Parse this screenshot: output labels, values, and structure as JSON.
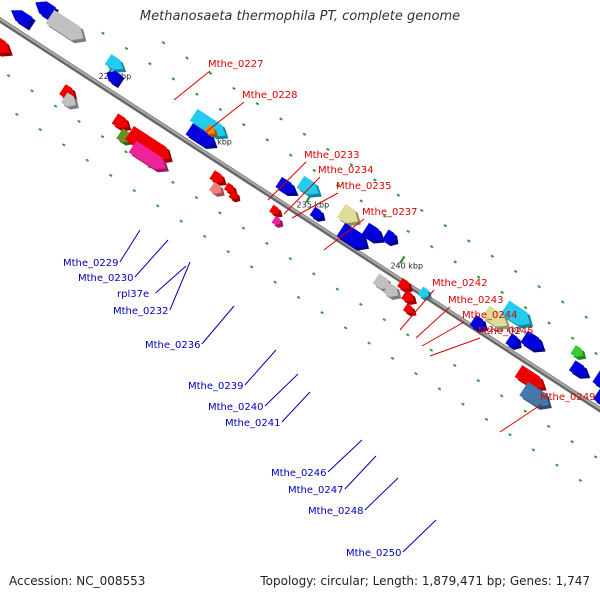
{
  "title": "Methanosaeta thermophila PT, complete genome",
  "footer": {
    "accession": "Accession: NC_008553",
    "topology": "Topology: circular; Length: 1,879,471 bp; Genes: 1,747"
  },
  "scale_labels": [
    "225 kbp",
    "230 kbp",
    "235 kbp",
    "240 kbp",
    "245 kbp"
  ],
  "labels_forward": [
    "Mthe_0227",
    "Mthe_0228",
    "Mthe_0233",
    "Mthe_0234",
    "Mthe_0235",
    "Mthe_0237",
    "Mthe_0242",
    "Mthe_0243",
    "Mthe_0244",
    "Mthe_0245",
    "Mthe_0249"
  ],
  "labels_reverse": [
    "Mthe_0229",
    "Mthe_0230",
    "rpl37e",
    "Mthe_0232",
    "Mthe_0236",
    "Mthe_0239",
    "Mthe_0240",
    "Mthe_0241",
    "Mthe_0246",
    "Mthe_0247",
    "Mthe_0248",
    "Mthe_0250"
  ],
  "colors": {
    "forward_label": "#dd0000",
    "reverse_label": "#0000bb",
    "backbone": "#888888",
    "dots": "#339933",
    "red": "#ee0000",
    "blue": "#0000dd",
    "cyan": "#22ccee",
    "gray": "#c0c0c0",
    "olive": "#6b8e23",
    "pink": "#ee2299",
    "salmon": "#f08080",
    "khaki": "#dddd99",
    "steel": "#4477aa",
    "green": "#33cc33",
    "orange": "#ff8800"
  }
}
